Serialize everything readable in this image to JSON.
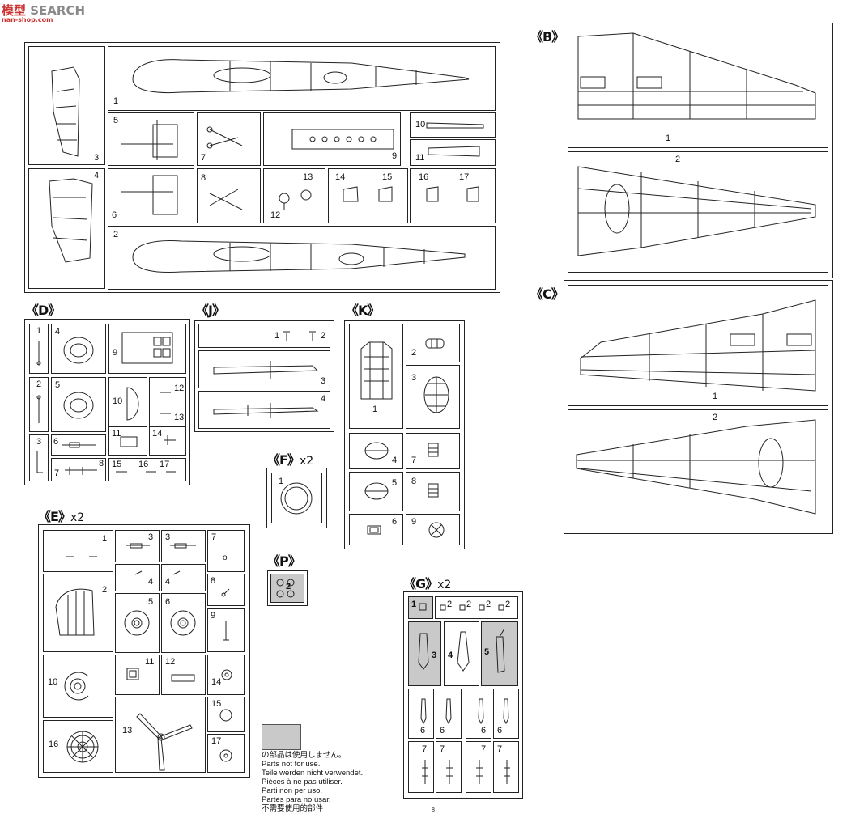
{
  "watermark": {
    "brand_a": "模型",
    "brand_b": "SEARCH",
    "sub": "nan-shop.com"
  },
  "sprues": {
    "A": {
      "label": "",
      "parts": [
        "1",
        "2",
        "3",
        "4",
        "5",
        "6",
        "7",
        "8",
        "9",
        "10",
        "11",
        "12",
        "13",
        "14",
        "15",
        "16",
        "17"
      ]
    },
    "B": {
      "label": "《B》",
      "parts": [
        "1",
        "2"
      ]
    },
    "C": {
      "label": "《C》",
      "parts": [
        "1",
        "2"
      ]
    },
    "D": {
      "label": "《D》",
      "parts": [
        "1",
        "2",
        "3",
        "4",
        "5",
        "6",
        "7",
        "8",
        "9",
        "10",
        "11",
        "12",
        "13",
        "14",
        "15",
        "16",
        "17"
      ]
    },
    "J": {
      "label": "《J》",
      "parts": [
        "1",
        "2",
        "3",
        "4"
      ]
    },
    "K": {
      "label": "《K》",
      "parts": [
        "1",
        "2",
        "3",
        "4",
        "5",
        "6",
        "7",
        "8",
        "9"
      ]
    },
    "F": {
      "label": "《F》",
      "mult": "x2",
      "parts": [
        "1"
      ]
    },
    "P": {
      "label": "《P》",
      "parts": [
        "2"
      ]
    },
    "E": {
      "label": "《E》",
      "mult": "x2",
      "parts": [
        "1",
        "2",
        "3",
        "3",
        "4",
        "4",
        "5",
        "6",
        "7",
        "8",
        "9",
        "10",
        "11",
        "12",
        "13",
        "14",
        "15",
        "16",
        "17"
      ]
    },
    "G": {
      "label": "《G》",
      "mult": "x2",
      "parts": [
        "1",
        "2",
        "2",
        "2",
        "2",
        "3",
        "4",
        "5",
        "6",
        "6",
        "6",
        "6",
        "7",
        "7",
        "7",
        "7"
      ]
    }
  },
  "legend": {
    "lines": [
      "の部品は使用しません。",
      "Parts not for use.",
      "Teile werden nicht verwendet.",
      "Pièces à ne pas utiliser.",
      "Parti non per uso.",
      "Partes para no usar.",
      "不需要使用的部件"
    ]
  },
  "footer_mark": "8",
  "colors": {
    "unused_parts": "#c9c9c9",
    "line": "#222222"
  }
}
